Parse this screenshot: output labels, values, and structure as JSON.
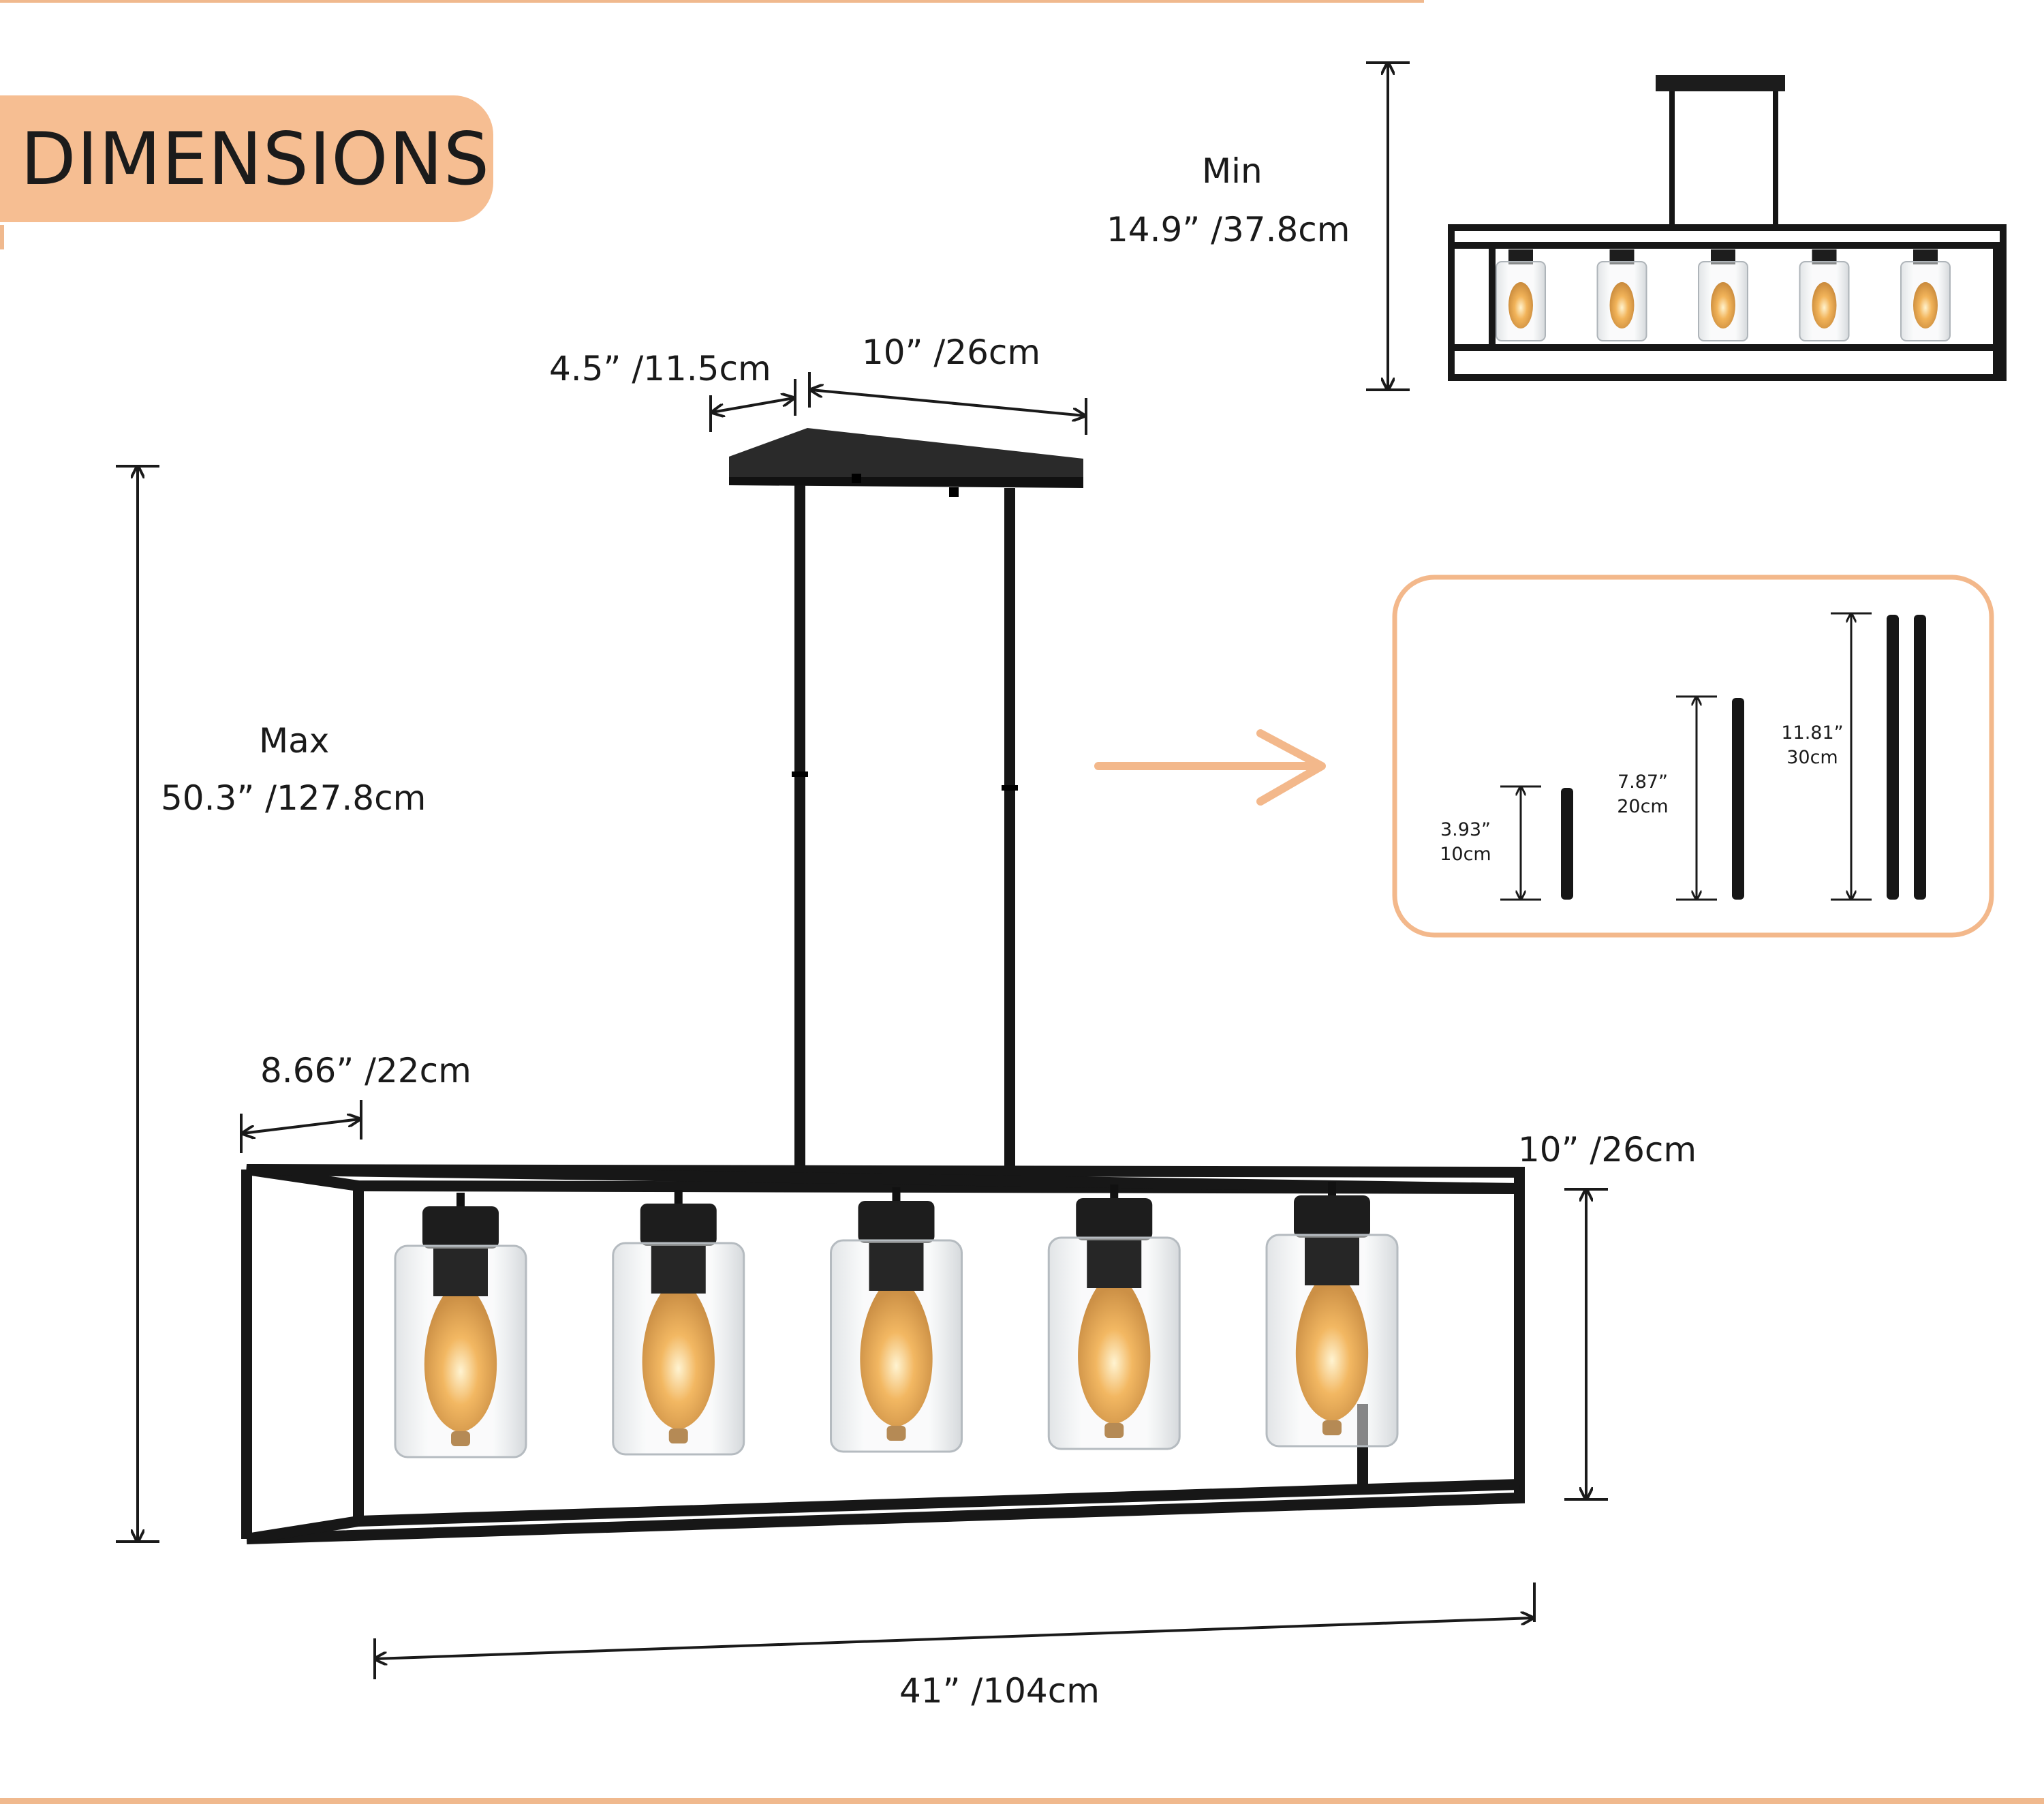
{
  "title": "DIMENSIONS",
  "colors": {
    "accent": "#f3b88b",
    "fixture": "#1b1b1b",
    "bulb_glow": "#f2b45a",
    "glass": "#dfe2e5"
  },
  "dimensions": {
    "canopy_depth": "4.5” /11.5cm",
    "canopy_length": "10” /26cm",
    "max_height_label": "Max",
    "max_height_value": "50.3” /127.8cm",
    "min_height_label": "Min",
    "min_height_value": "14.9” /37.8cm",
    "frame_depth": "8.66” /22cm",
    "frame_height": "10” /26cm",
    "frame_length": "41” /104cm"
  },
  "rods": [
    {
      "inch": "3.93”",
      "cm": "10cm",
      "count": 1
    },
    {
      "inch": "7.87”",
      "cm": "20cm",
      "count": 1
    },
    {
      "inch": "11.81”",
      "cm": "30cm",
      "count": 2
    }
  ],
  "bulb_count": 5
}
